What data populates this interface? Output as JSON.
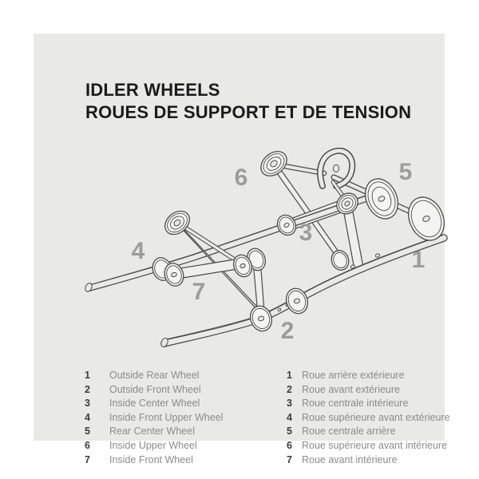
{
  "title": {
    "line1": "IDLER WHEELS",
    "line2": "ROUES DE SUPPORT ET DE TENSION"
  },
  "diagram": {
    "callouts": [
      "1",
      "2",
      "3",
      "4",
      "5",
      "6",
      "7"
    ]
  },
  "legend_en": [
    {
      "number": "1",
      "label": "Outside Rear Wheel"
    },
    {
      "number": "2",
      "label": "Outside Front Wheel"
    },
    {
      "number": "3",
      "label": "Inside Center Wheel"
    },
    {
      "number": "4",
      "label": "Inside Front Upper Wheel"
    },
    {
      "number": "5",
      "label": "Rear Center Wheel"
    },
    {
      "number": "6",
      "label": "Inside Upper Wheel"
    },
    {
      "number": "7",
      "label": "Inside Front Wheel"
    }
  ],
  "legend_fr": [
    {
      "number": "1",
      "label": "Roue arrière extérieure"
    },
    {
      "number": "2",
      "label": "Roue avant extérieure"
    },
    {
      "number": "3",
      "label": "Roue centrale intérieure"
    },
    {
      "number": "4",
      "label": "Roue supérieure avant extérieure"
    },
    {
      "number": "5",
      "label": "Roue centrale arrière"
    },
    {
      "number": "6",
      "label": "Roue supérieure avant intérieure"
    },
    {
      "number": "7",
      "label": "Roue avant intérieure"
    }
  ],
  "colors": {
    "page_bg": "#ffffff",
    "card_bg": "#e9e9e8",
    "line": "#4a4a4a",
    "callout_number": "#9c9c9c",
    "title_text": "#1b1b1b",
    "legend_number": "#3c3c3c",
    "legend_label": "#8b8b8b"
  }
}
